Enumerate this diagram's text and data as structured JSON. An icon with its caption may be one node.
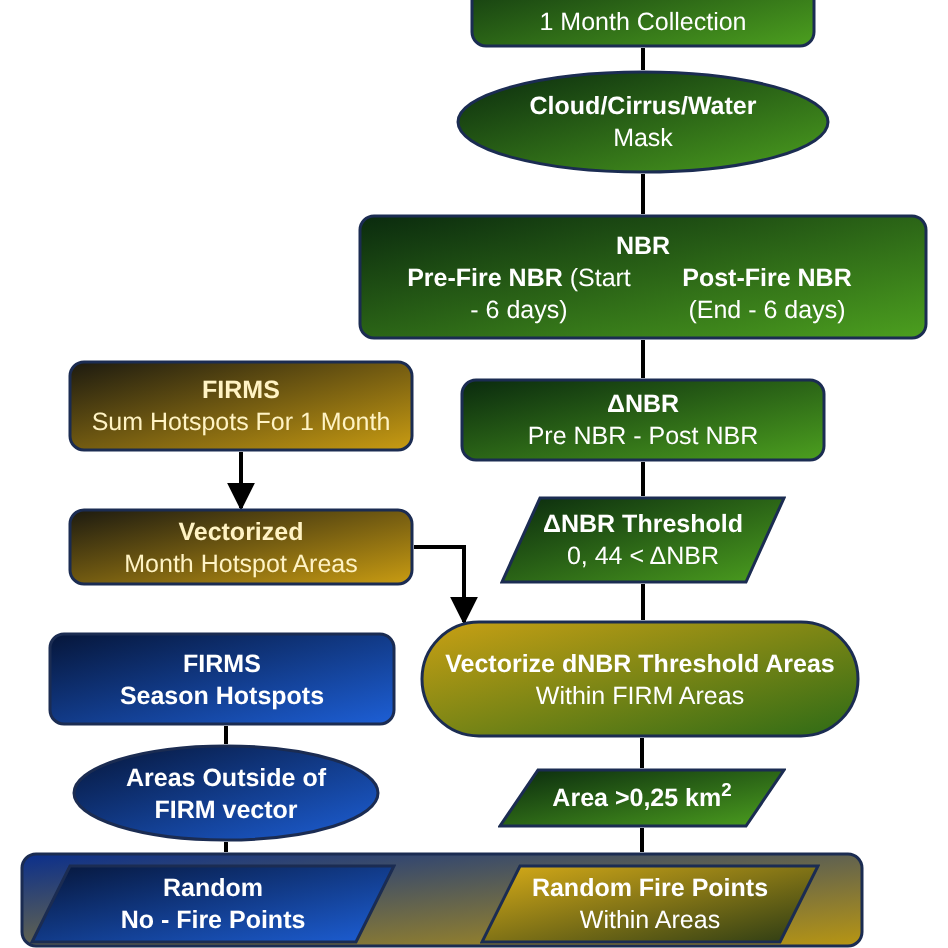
{
  "diagram": {
    "nodes": [
      {
        "text": [
          "1 Month Collection"
        ]
      },
      {
        "text": [
          "Cloud/Cirrus/Water",
          "Mask"
        ]
      },
      {
        "text": [
          "NBR",
          "**Pre-Fire NBR** (Start - 6 days)",
          "**Post-Fire NBR** (End - 6 days)"
        ]
      },
      {
        "text": [
          "FIRMS",
          "Sum Hotspots For 1 Month"
        ]
      },
      {
        "text": [
          "ΔNBR",
          "Pre NBR - Post NBR"
        ]
      },
      {
        "text": [
          "Vectorized",
          "Month Hotspot Areas"
        ]
      },
      {
        "text": [
          "ΔNBR Threshold",
          "0, 44 < ΔNBR"
        ]
      },
      {
        "text": [
          "FIRMS",
          "Season Hotspots"
        ]
      },
      {
        "text": [
          "Vectorize dNBR Threshold Areas",
          "Within FIRM Areas"
        ]
      },
      {
        "text": [
          "Areas Outside of FIRM vector"
        ]
      },
      {
        "text": [
          "Area  >0,25 km$^{2}$"
        ]
      },
      {
        "text": [],
        "shape": "box"
      },
      {
        "text": [
          "Random",
          "No - Fire Points"
        ],
        "in": 11
      },
      {
        "text": [
          "Random Fire Points",
          "Within Areas"
        ],
        "in": 11
      }
    ],
    "edges": [
      {
        "from": 0,
        "to": 1,
        "arrow": "none"
      },
      {
        "from": 1,
        "to": 2,
        "arrow": "none"
      },
      {
        "from": 2,
        "to": 4,
        "arrow": "none"
      },
      {
        "from": 3,
        "to": 5,
        "arrow": "to"
      },
      {
        "from": 4,
        "to": 6,
        "arrow": "none"
      },
      {
        "from": 5,
        "to": 8,
        "arrow": "to"
      },
      {
        "from": 6,
        "to": 8,
        "arrow": "none"
      },
      {
        "from": 7,
        "to": 9,
        "arrow": "none"
      },
      {
        "from": 8,
        "to": 10,
        "arrow": "none"
      },
      {
        "from": 9,
        "to": 11,
        "arrow": "none"
      },
      {
        "from": 10,
        "to": 11,
        "arrow": "none"
      }
    ]
  }
}
